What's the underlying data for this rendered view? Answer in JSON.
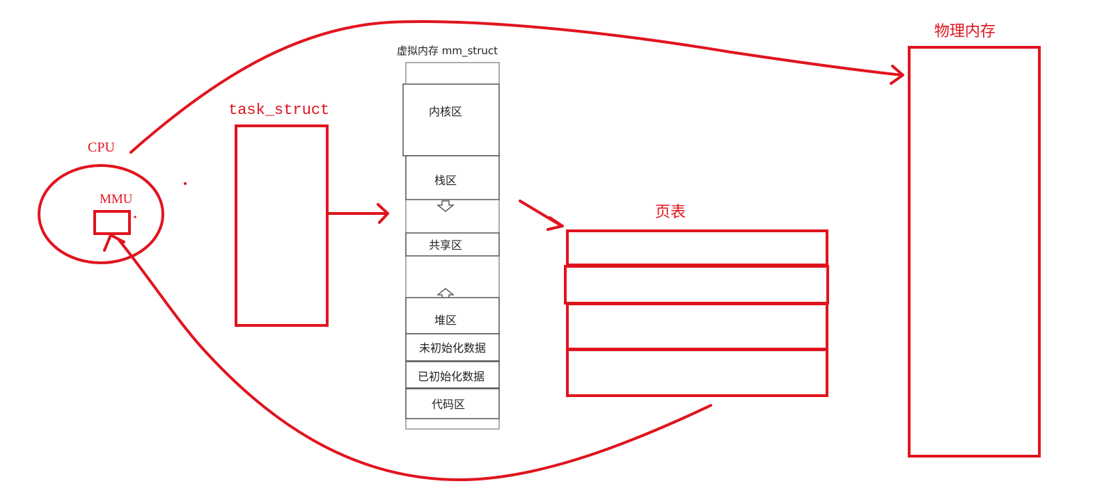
{
  "labels": {
    "cpu": "CPU",
    "mmu": "MMU",
    "task_struct": "task_struct",
    "virtual_memory_title": "虚拟内存 mm_struct",
    "page_table": "页表",
    "physical_memory": "物理内存"
  },
  "segments": [
    {
      "label": "内核区"
    },
    {
      "label": "栈区"
    },
    {
      "label": "共享区"
    },
    {
      "label": "堆区"
    },
    {
      "label": "未初始化数据"
    },
    {
      "label": "已初始化数据"
    },
    {
      "label": "代码区"
    }
  ],
  "page_table_rows": 4,
  "colors": {
    "annotation": "#e0141e",
    "segment_border": "#555555",
    "text": "#222222"
  }
}
